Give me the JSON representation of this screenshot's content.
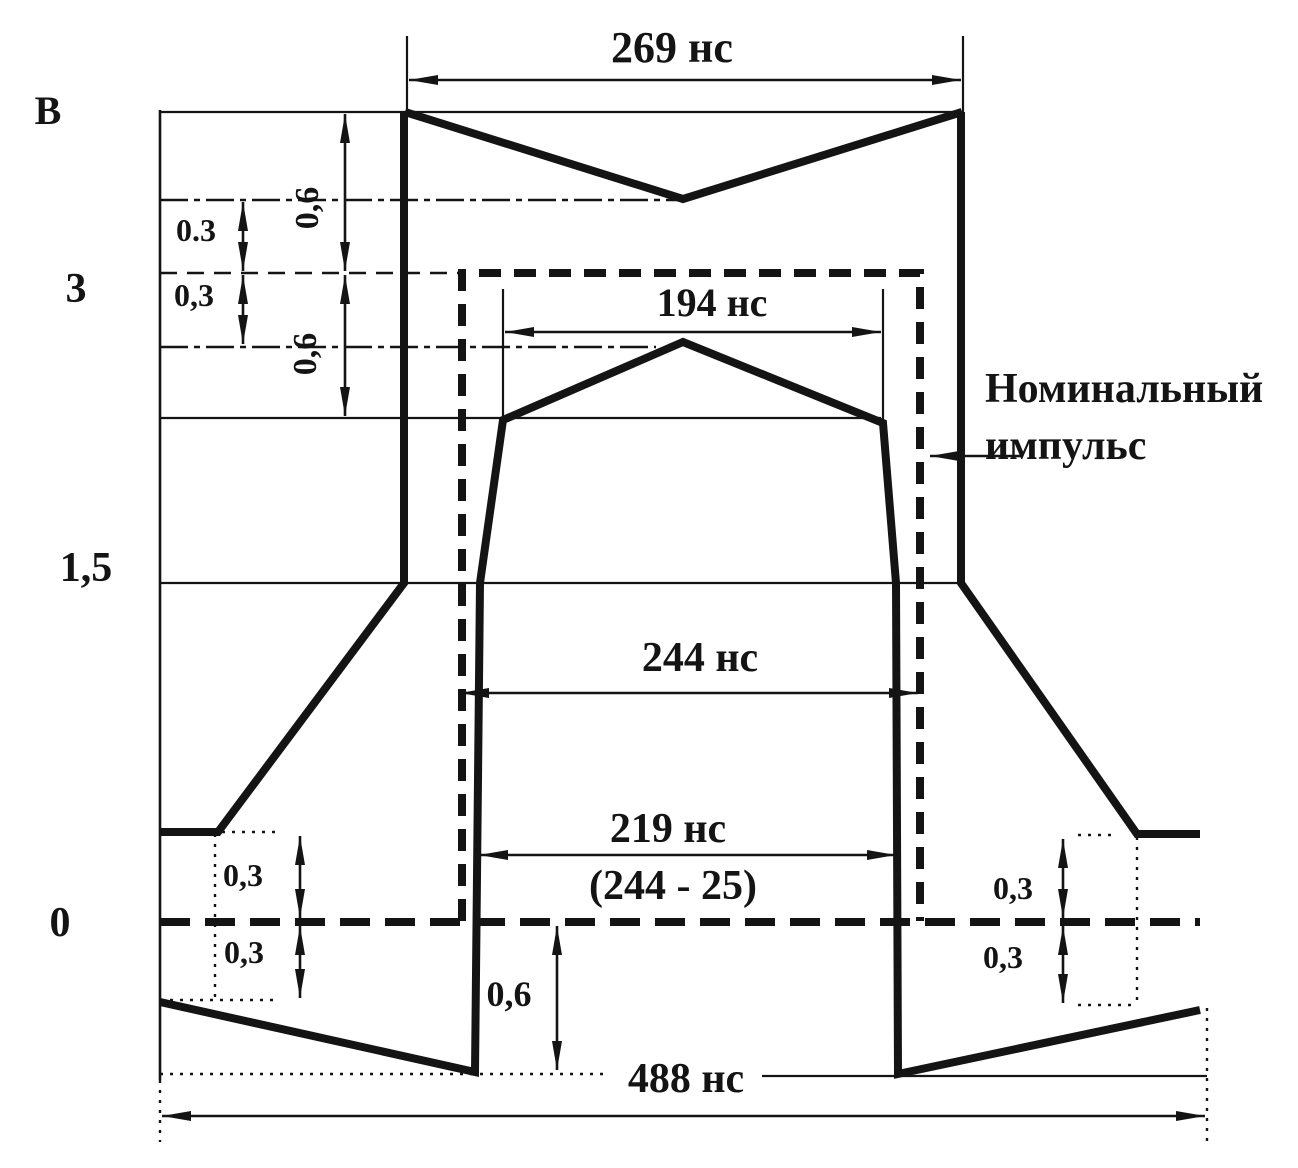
{
  "figure": {
    "type": "pulse-mask-template-diagram",
    "axis": {
      "unit": "В",
      "tick_3": "3",
      "tick_1_5": "1,5",
      "tick_0": "0"
    },
    "dims": {
      "top": "269 нс",
      "inner": "194 нс",
      "nominal": "244 нс",
      "reduced": "219 нс",
      "reduced_formula": "(244 - 25)",
      "period": "488 нс"
    },
    "tol": {
      "tl_03_a": "0.3",
      "tl_03_b": "0,3",
      "tl_06_a": "0,6",
      "tl_06_b": "0,6",
      "bl_03_a": "0,3",
      "bl_03_b": "0,3",
      "bc_06": "0,6",
      "br_03_a": "0,3",
      "br_03_b": "0,3"
    },
    "note": {
      "line1": "Номинальный",
      "line2": "импульс"
    },
    "colors": {
      "ink": "#141414",
      "paper": "#ffffff"
    }
  }
}
